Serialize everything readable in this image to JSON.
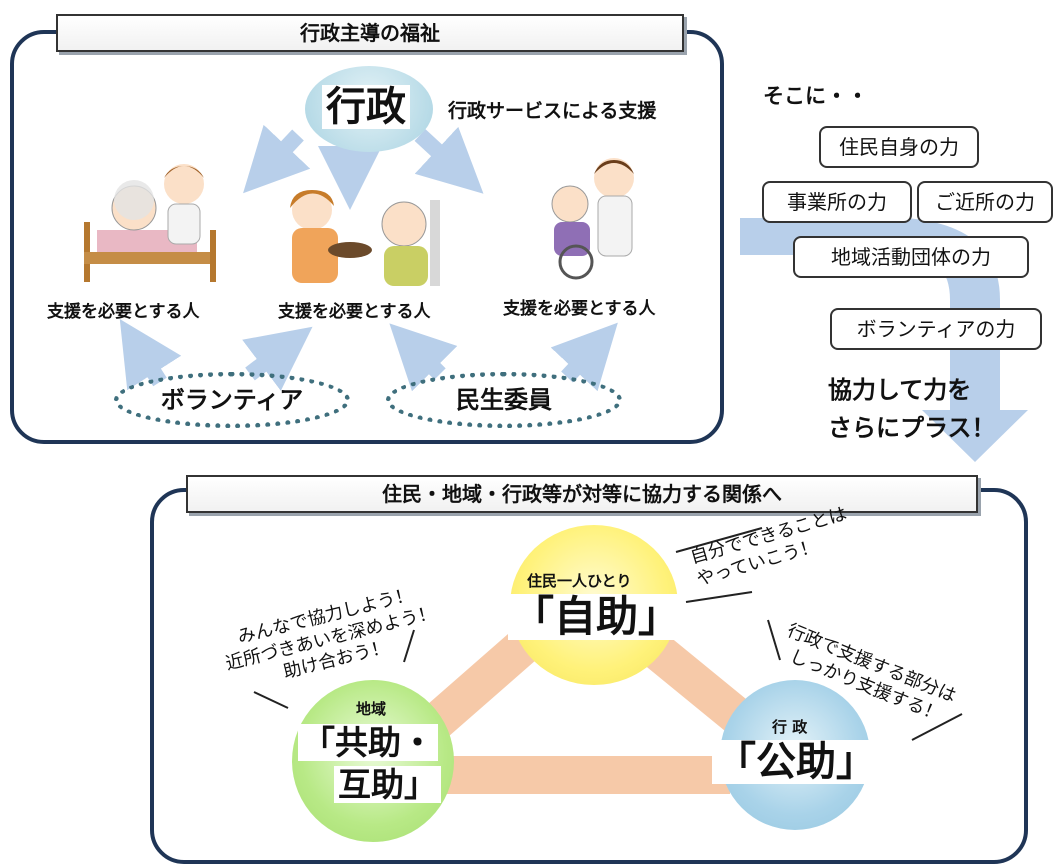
{
  "top": {
    "title": "行政主導の福祉",
    "center": "行政",
    "service_label": "行政サービスによる支援",
    "persons": [
      "支援を必要とする人",
      "支援を必要とする人",
      "支援を必要とする人"
    ],
    "helpers": [
      "ボランティア",
      "民生委員"
    ]
  },
  "side": {
    "intro": "そこに・・",
    "boxes": [
      "住民自身の力",
      "事業所の力",
      "ご近所の力",
      "地域活動団体の力",
      "ボランティアの力"
    ],
    "cheer_line1": "協力して力を",
    "cheer_line2": "さらにプラス！"
  },
  "bottom": {
    "title": "住民・地域・行政等が対等に協力する関係へ",
    "self": {
      "sub": "住民一人ひとり",
      "main": "「自助」",
      "comment_line1": "自分でできることは",
      "comment_line2": "やっていこう！"
    },
    "mutual": {
      "sub": "地域",
      "main_line1": "「共助・",
      "main_line2": "互助」",
      "comment_line1": "みんなで協力しよう！",
      "comment_line2": "近所づきあいを深めよう！",
      "comment_line3": "助け合おう！"
    },
    "public": {
      "sub": "行 政",
      "main": "「公助」",
      "comment_line1": "行政で支援する部分は",
      "comment_line2": "しっかり支援する！"
    }
  },
  "colors": {
    "frame": "#1f3556",
    "arrow_blue": "#b8cfea",
    "self_circle": "#fff27a",
    "mutual_circle": "#b8e986",
    "public_circle": "#a9d3e9",
    "gov_circle": "#bfe0ea",
    "triangle": "#f6c9a8"
  }
}
